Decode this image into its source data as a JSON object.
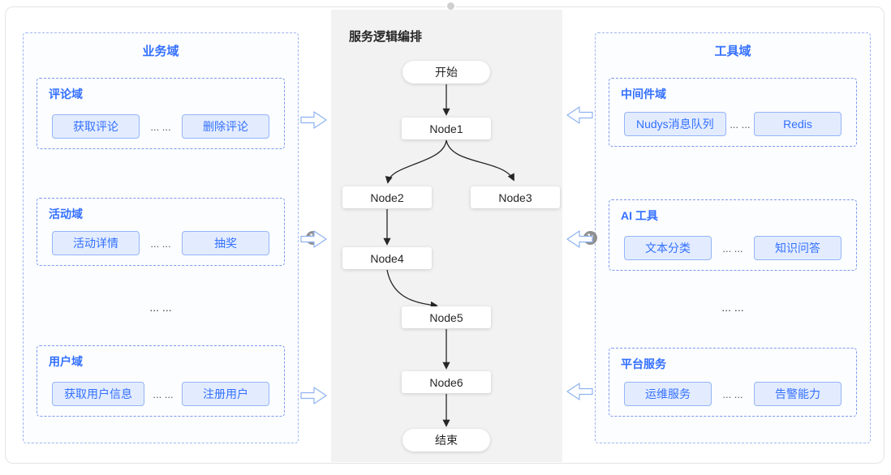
{
  "flow": {
    "title": "服务逻辑编排",
    "nodes": [
      {
        "id": "start",
        "label": "开始",
        "shape": "pill"
      },
      {
        "id": "node1",
        "label": "Node1",
        "shape": "rect"
      },
      {
        "id": "node2",
        "label": "Node2",
        "shape": "rect"
      },
      {
        "id": "node3",
        "label": "Node3",
        "shape": "rect"
      },
      {
        "id": "node4",
        "label": "Node4",
        "shape": "rect"
      },
      {
        "id": "node5",
        "label": "Node5",
        "shape": "rect"
      },
      {
        "id": "node6",
        "label": "Node6",
        "shape": "rect"
      },
      {
        "id": "end",
        "label": "结束",
        "shape": "pill"
      }
    ],
    "edges": [
      [
        "start",
        "node1"
      ],
      [
        "node1",
        "node2"
      ],
      [
        "node1",
        "node3"
      ],
      [
        "node2",
        "node4"
      ],
      [
        "node4",
        "node5"
      ],
      [
        "node5",
        "node6"
      ],
      [
        "node6",
        "end"
      ]
    ]
  },
  "left_panel": {
    "title": "业务域",
    "ellipsis": "... ...",
    "groups": [
      {
        "label": "评论域",
        "separator": "... ...",
        "items": [
          "获取评论",
          "删除评论"
        ]
      },
      {
        "label": "活动域",
        "separator": "... ...",
        "items": [
          "活动详情",
          "抽奖"
        ]
      },
      {
        "label": "用户域",
        "separator": "... ...",
        "items": [
          "获取用户信息",
          "注册用户"
        ]
      }
    ]
  },
  "right_panel": {
    "title": "工具域",
    "ellipsis": "... ...",
    "groups": [
      {
        "label": "中间件域",
        "separator": "... ...",
        "items": [
          "Nudys消息队列",
          "Redis"
        ]
      },
      {
        "label": "AI 工具",
        "separator": "... ...",
        "items": [
          "文本分类",
          "知识问答"
        ]
      },
      {
        "label": "平台服务",
        "separator": "... ...",
        "items": [
          "运维服务",
          "告警能力"
        ]
      }
    ]
  },
  "icons": {
    "sync": "↻"
  },
  "colors": {
    "accent": "#3370ff",
    "panel_border_dashed": "#7d9af0",
    "chip_bg": "#e3ecff",
    "chip_border": "#94b4f7",
    "flow_bg": "#f2f2f2",
    "edge": "#262626",
    "block_arrow_border": "#8fb3ef"
  }
}
